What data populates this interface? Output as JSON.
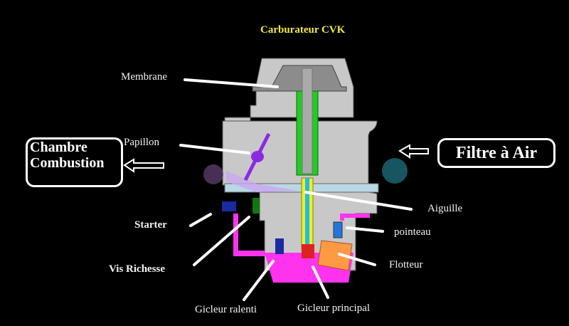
{
  "title": "Carburateur CVK",
  "boxes": {
    "combustion_line1": "Chambre",
    "combustion_line2": "Combustion",
    "air_filter": "Filtre à Air"
  },
  "labels": {
    "membrane": "Membrane",
    "papillon": "Papillon",
    "starter": "Starter",
    "vis_richesse": "Vis Richesse",
    "aiguille": "Aiguille",
    "pointeau": "pointeau",
    "flotteur": "Flotteur",
    "gicleur_ralenti": "Gicleur ralenti",
    "gicleur_principal": "Gicleur principal"
  },
  "colors": {
    "body": "#c8c8c8",
    "body_dark": "#8c8c8c",
    "needle_holder": "#22cc22",
    "needle": "#eeee22",
    "fuel": "#ff33ee",
    "float": "#ff9944",
    "throttle": "#8a2be2",
    "jet_idle": "#1a2aa0",
    "jet_main": "#dd2222",
    "air_flow": "#66ddee",
    "title": "#f2e84a"
  }
}
